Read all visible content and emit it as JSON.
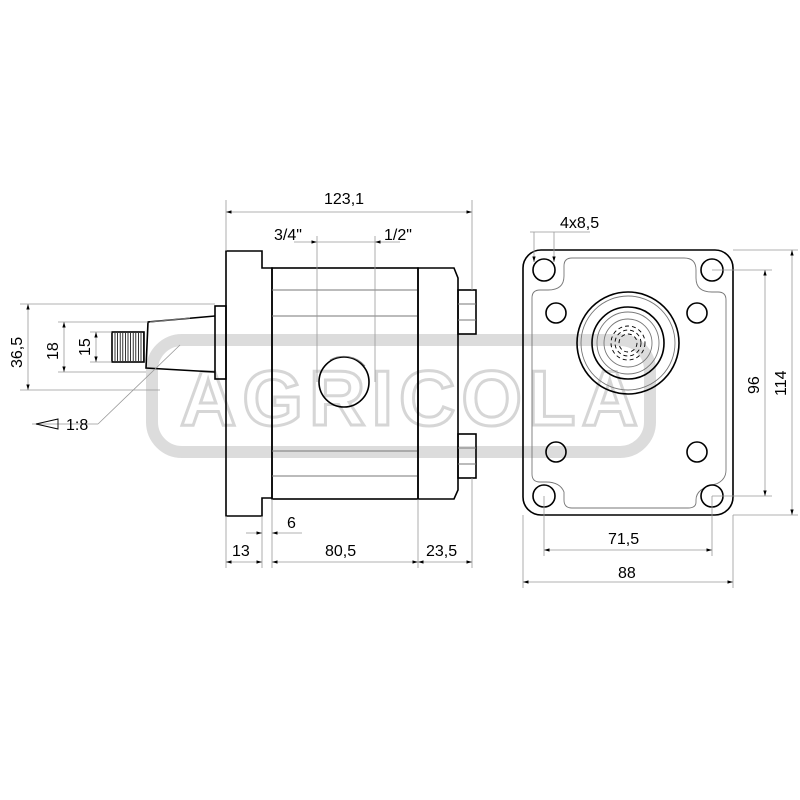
{
  "watermark": {
    "text": "AGRICOLA",
    "color": "#d6d6d6"
  },
  "side_view": {
    "dims": {
      "overall_length": "123,1",
      "port_inlet": "3/4\"",
      "port_outlet": "1/2\"",
      "flange_thickness": "13",
      "spigot": "6",
      "body_length": "80,5",
      "cover_length": "23,5",
      "shaft_offset": "36,5",
      "shaft_major": "18",
      "shaft_minor": "15",
      "taper": "1:8"
    }
  },
  "front_view": {
    "dims": {
      "holes": "4x8,5",
      "hole_spacing_h": "71,5",
      "flange_width": "88",
      "hole_spacing_v": "96",
      "flange_height": "114"
    }
  }
}
